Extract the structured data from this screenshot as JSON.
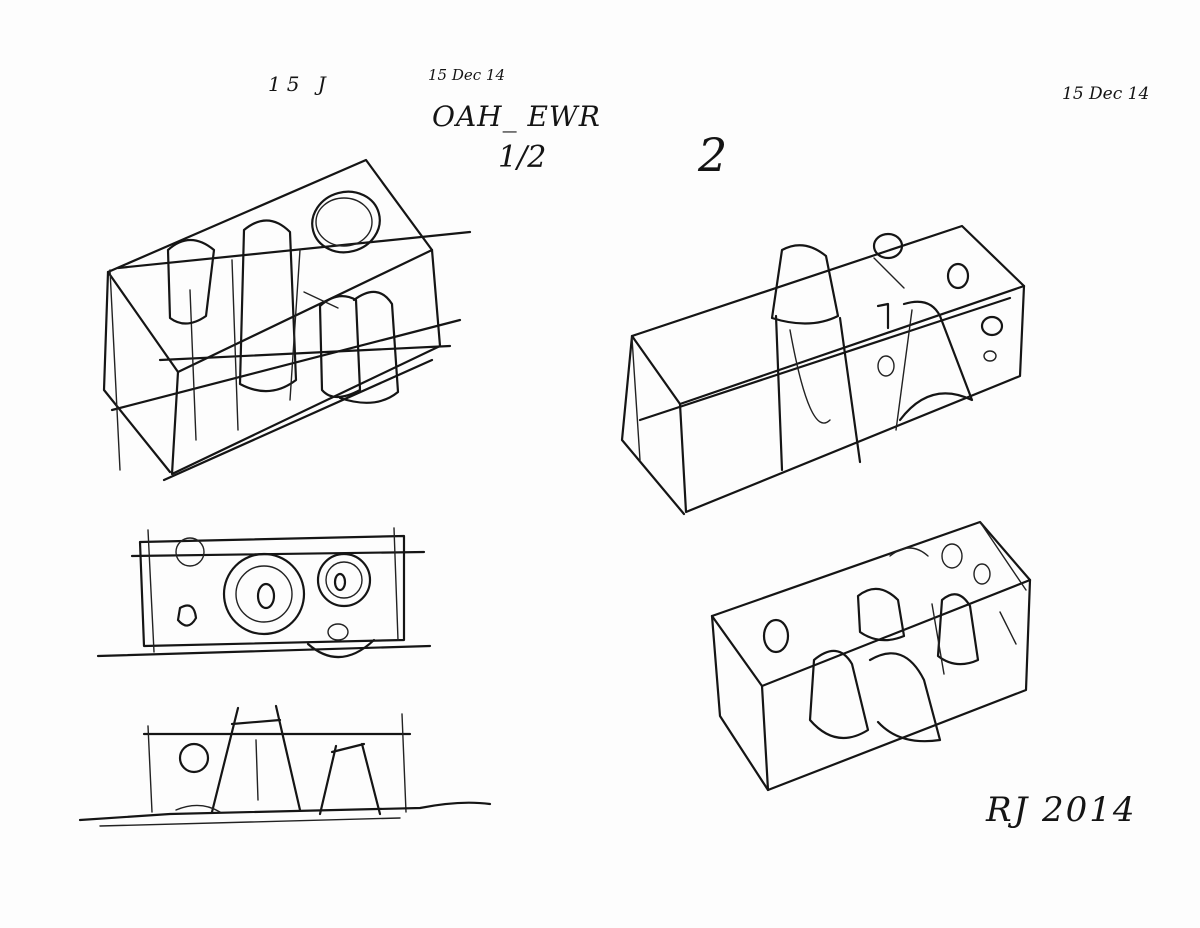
{
  "sheet": {
    "annotations": {
      "left_date": "15 J",
      "center_date": "15 Dec 14",
      "title": "OAH_ EWR",
      "fraction": "1/2",
      "page_number": "2",
      "right_date": "15 Dec 14",
      "signature": "RJ   2014"
    },
    "ink_color": "#151515",
    "paper_color": "#fdfdfd"
  }
}
